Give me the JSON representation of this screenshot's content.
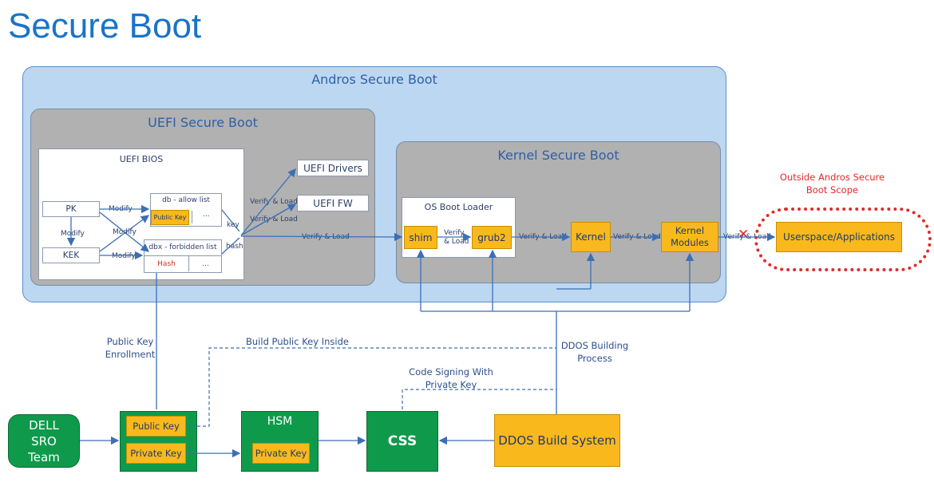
{
  "title": "Secure Boot",
  "andros": {
    "label": "Andros Secure Boot"
  },
  "uefi": {
    "label": "UEFI Secure Boot",
    "bios_label": "UEFI BIOS",
    "pk": "PK",
    "kek": "KEK",
    "modify": "Modify",
    "db_label": "db - allow list",
    "db_key": "Public Key",
    "ellipsis": "...",
    "dbx_label": "dbx - forbidden list",
    "dbx_hash": "Hash",
    "key": "key",
    "hash": "hash",
    "drivers": "UEFI Drivers",
    "fw": "UEFI FW",
    "verify_load": "Verify & Load"
  },
  "kernel": {
    "label": "Kernel Secure Boot",
    "loader_label": "OS Boot Loader",
    "shim": "shim",
    "verify": "Verify",
    "and_load": "& Load",
    "grub2": "grub2",
    "kernel": "Kernel",
    "modules": "Kernel Modules"
  },
  "outside": {
    "label": "Outside Andros Secure Boot Scope",
    "userspace": "Userspace/Applications",
    "cross": "✕",
    "color": "#e02b2b"
  },
  "bottom": {
    "pub_enroll": "Public Key Enrollment",
    "build_pub": "Build Public Key Inside",
    "code_signing": "Code Signing With Private Key",
    "ddos_building": "DDOS Building Process",
    "dell": "DELL SRO Team",
    "public_key": "Public Key",
    "private_key": "Private Key",
    "hsm": "HSM",
    "hsm_key": "Private Key",
    "css": "CSS",
    "ddos_system": "DDOS Build System"
  }
}
